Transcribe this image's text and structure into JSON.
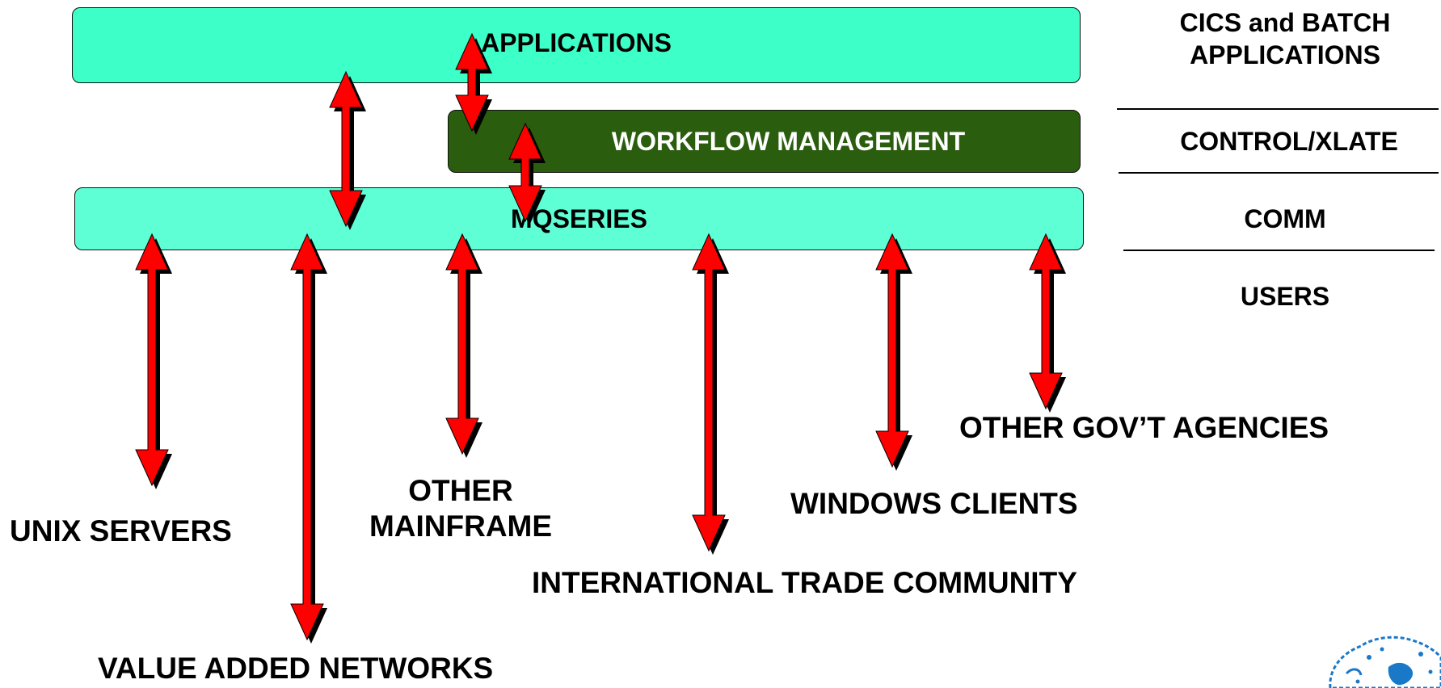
{
  "layers": {
    "applications": "APPLICATIONS",
    "workflow": "WORKFLOW MANAGEMENT",
    "mqseries": "MQSERIES"
  },
  "side_labels": {
    "cics": "CICS and BATCH",
    "cics2": "APPLICATIONS",
    "control": "CONTROL/XLATE",
    "comm": "COMM",
    "users": "USERS"
  },
  "endpoints": {
    "unix": "UNIX SERVERS",
    "van": "VALUE ADDED NETWORKS",
    "mainframe1": "OTHER",
    "mainframe2": "MAINFRAME",
    "itc": "INTERNATIONAL TRADE COMMUNITY",
    "windows": "WINDOWS CLIENTS",
    "govt": "OTHER GOV’T AGENCIES"
  },
  "colors": {
    "arrow": "#ff0000",
    "arrow_shadow": "#000000",
    "applications_fill": "#3dffc8",
    "workflow_fill": "#2a5d0e",
    "mqseries_fill": "#5fffd6"
  },
  "icons": [
    "globe-logo-icon"
  ]
}
